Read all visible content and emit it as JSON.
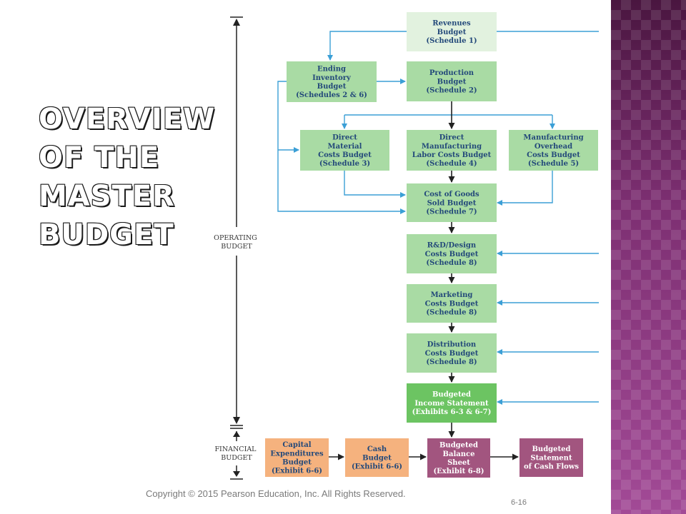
{
  "slide": {
    "title_lines": [
      "OVERVIEW",
      "OF THE",
      "MASTER",
      "BUDGET"
    ],
    "copyright": "Copyright © 2015 Pearson Education, Inc. All Rights Reserved.",
    "page_number": "6-16"
  },
  "axis": {
    "operating_label": [
      "OPERATING",
      "BUDGET"
    ],
    "financial_label": [
      "FINANCIAL",
      "BUDGET"
    ]
  },
  "colors": {
    "green_light": "#e2f2df",
    "green": "#a9dba4",
    "green_dark": "#6cc462",
    "orange": "#f5b27e",
    "purple": "#a2557f",
    "arrow_blue": "#3b9fd6",
    "arrow_black": "#222222"
  },
  "nodes": {
    "revenues": [
      "Revenues",
      "Budget",
      "(Schedule 1)"
    ],
    "ending_inventory": [
      "Ending",
      "Inventory",
      "Budget",
      "(Schedules 2 & 6)"
    ],
    "production": [
      "Production",
      "Budget",
      "(Schedule 2)"
    ],
    "direct_material": [
      "Direct",
      "Material",
      "Costs Budget",
      "(Schedule 3)"
    ],
    "direct_labor": [
      "Direct",
      "Manufacturing",
      "Labor Costs Budget",
      "(Schedule 4)"
    ],
    "mfg_overhead": [
      "Manufacturing",
      "Overhead",
      "Costs Budget",
      "(Schedule 5)"
    ],
    "cogs": [
      "Cost of Goods",
      "Sold Budget",
      "(Schedule 7)"
    ],
    "rd_design": [
      "R&D/Design",
      "Costs Budget",
      "(Schedule 8)"
    ],
    "marketing": [
      "Marketing",
      "Costs Budget",
      "(Schedule 8)"
    ],
    "distribution": [
      "Distribution",
      "Costs Budget",
      "(Schedule 8)"
    ],
    "income_statement": [
      "Budgeted",
      "Income Statement",
      "(Exhibits 6-3 & 6-7)"
    ],
    "capital_expenditures": [
      "Capital",
      "Expenditures",
      "Budget",
      "(Exhibit 6-6)"
    ],
    "cash_budget": [
      "Cash",
      "Budget",
      "(Exhibit 6-6)"
    ],
    "balance_sheet": [
      "Budgeted",
      "Balance",
      "Sheet",
      "(Exhibit 6-8)"
    ],
    "cash_flows": [
      "Budgeted",
      "Statement",
      "of Cash Flows"
    ]
  }
}
